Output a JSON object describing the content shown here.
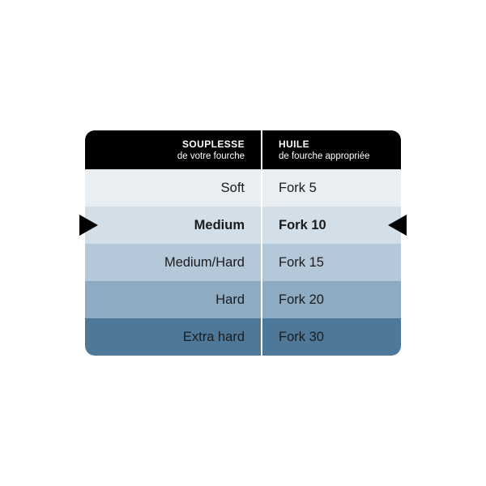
{
  "table": {
    "header": {
      "left_title": "SOUPLESSE",
      "left_subtitle": "de votre fourche",
      "right_title": "HUILE",
      "right_subtitle": "de fourche appropriée"
    },
    "rows": [
      {
        "left": "Soft",
        "right": "Fork 5",
        "bg": "#e9eef3"
      },
      {
        "left": "Medium",
        "right": "Fork 10",
        "bg": "#d2dfe9"
      },
      {
        "left": "Medium/Hard",
        "right": "Fork 15",
        "bg": "#b5c8da"
      },
      {
        "left": "Hard",
        "right": "Fork 20",
        "bg": "#8dabc3"
      },
      {
        "left": "Extra hard",
        "right": "Fork 30",
        "bg": "#4e7899"
      }
    ],
    "highlighted_row": "Medium",
    "colors": {
      "header_bg": "#000000",
      "header_text": "#ffffff",
      "divider": "#ffffff",
      "arrow": "#000000",
      "row_text": "#1b1b1b"
    },
    "icons": {
      "left_arrow": "right-pointing-triangle",
      "right_arrow": "left-pointing-triangle"
    }
  },
  "chart_data": {
    "type": "table",
    "title": "",
    "columns": [
      "SOUPLESSE de votre fourche",
      "HUILE de fourche appropriée"
    ],
    "rows": [
      [
        "Soft",
        "Fork 5"
      ],
      [
        "Medium",
        "Fork 10"
      ],
      [
        "Medium/Hard",
        "Fork 15"
      ],
      [
        "Hard",
        "Fork 20"
      ],
      [
        "Extra hard",
        "Fork 30"
      ]
    ],
    "highlighted_row": "Medium",
    "legend_position": "none",
    "notes": "Row backgrounds form a light-to-dark blue gradient; Medium row flagged with black arrows on both sides."
  }
}
